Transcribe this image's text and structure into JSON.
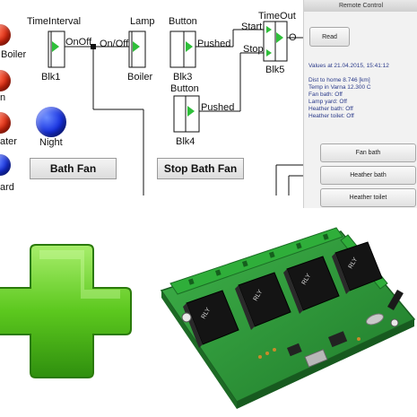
{
  "dashboard": {
    "leds": [
      {
        "label": "Boiler",
        "color": "red"
      },
      {
        "label": "n",
        "color": "red"
      },
      {
        "label": "ater",
        "color": "red"
      },
      {
        "label": "ard",
        "color": "blue"
      },
      {
        "label": "Night",
        "color": "blue"
      }
    ],
    "buttons": {
      "bath_fan": "Bath Fan",
      "stop_bath_fan": "Stop Bath Fan"
    }
  },
  "diagram": {
    "blocks": [
      {
        "title": "TimeInterval",
        "name": "Blk1",
        "output": "OnOff"
      },
      {
        "title": "Lamp",
        "name": "Boiler",
        "input": "On/Off"
      },
      {
        "title": "Button",
        "name": "Blk3",
        "output": "Pushed"
      },
      {
        "title": "Button",
        "name": "Blk4",
        "output": "Pushed"
      },
      {
        "title": "TimeOut",
        "name": "Blk5",
        "inputs": [
          "Start",
          "Stop"
        ],
        "output": "O"
      }
    ]
  },
  "remote": {
    "title": "Remote Control",
    "read_button": "Read",
    "values_line": "Values at 21.04.2015, 15:41:12",
    "info": [
      "Dist to home 8.746 [km]",
      "Temp in Varna 12.300 C",
      "Fan bath: Off",
      "Lamp yard: Off",
      "Heather bath: Off",
      "Heather toilet: Off"
    ],
    "buttons": [
      "Fan bath",
      "Heather bath",
      "Heather toilet"
    ]
  },
  "board": {
    "relay_marks": [
      "RLY",
      "RLY",
      "RLY",
      "RLY"
    ],
    "colors": {
      "pcb": "#2f9a3a",
      "relay": "#111111",
      "terminal": "#2fae3a",
      "plus": "#5cc81e"
    }
  }
}
